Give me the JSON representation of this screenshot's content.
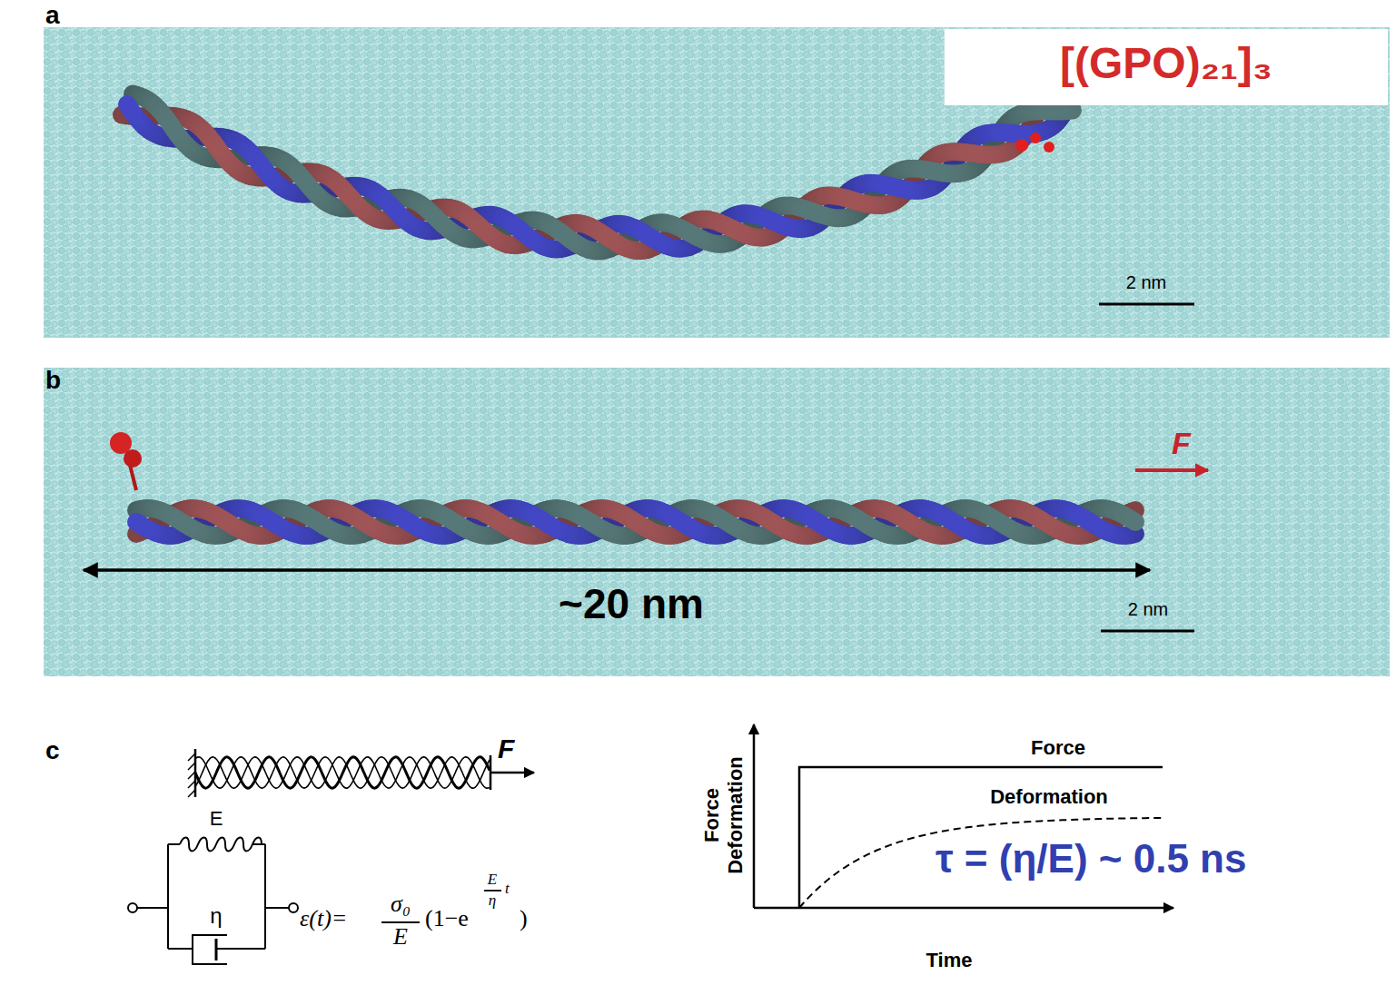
{
  "diagram": {
    "labels": [
      "a",
      "[(GPO)₂₁]₃",
      "2 nm",
      "b",
      "F",
      "~20 nm",
      "2 nm",
      "c",
      "F",
      "E",
      "η",
      "ε(t)=",
      "σ₀",
      "E",
      "(1−e",
      "E",
      "t",
      "η",
      ")",
      "Force",
      "Deformation",
      "Force",
      "Deformation",
      "τ = (η/E) ~ 0.5 ns",
      "Time"
    ]
  }
}
